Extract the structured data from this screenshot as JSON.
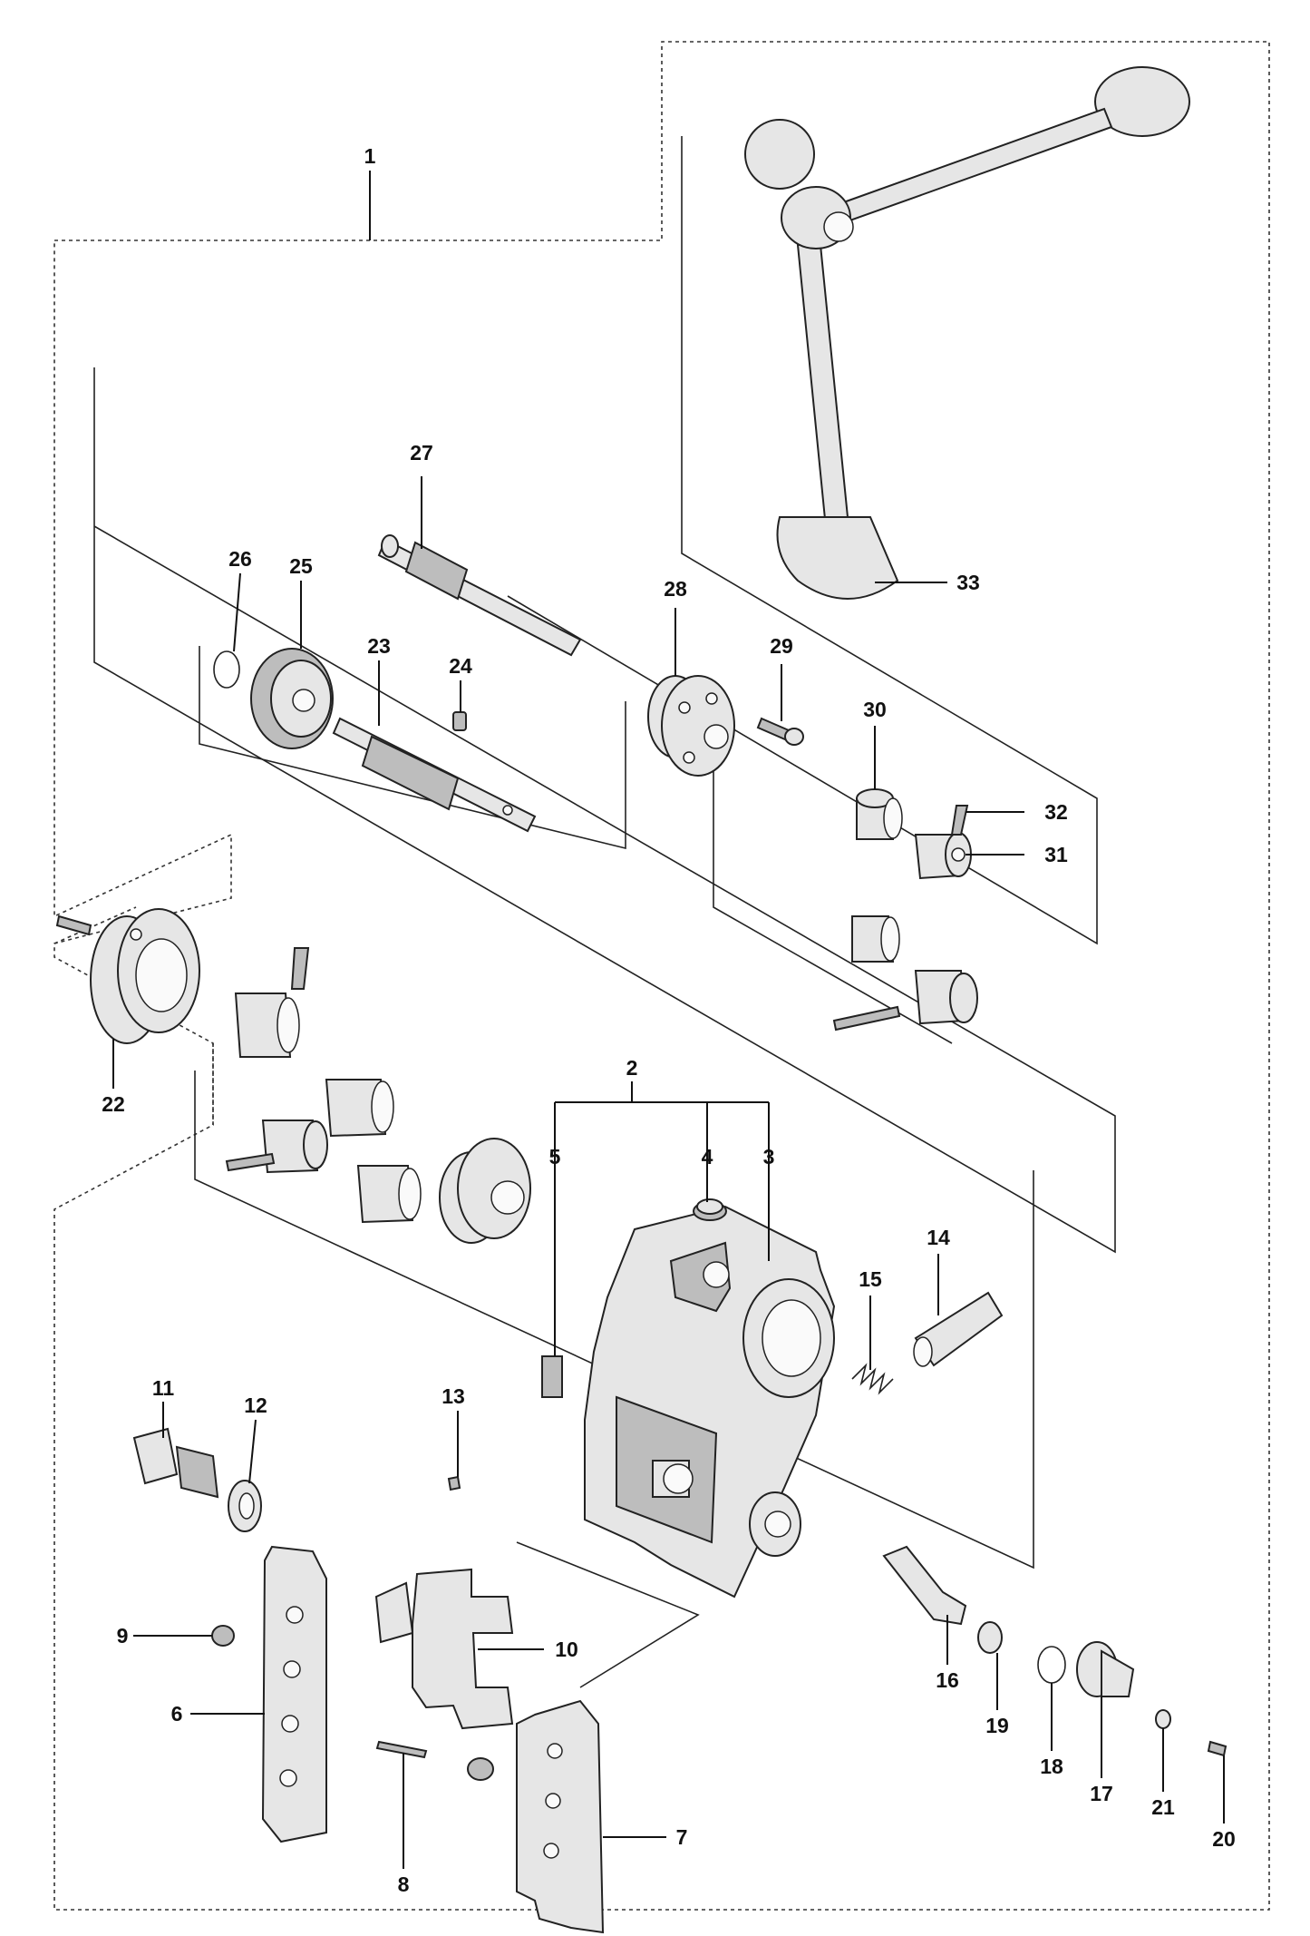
{
  "diagram": {
    "callouts": [
      {
        "id": "c1",
        "text": "1"
      },
      {
        "id": "c2",
        "text": "2"
      },
      {
        "id": "c3",
        "text": "3"
      },
      {
        "id": "c4",
        "text": "4"
      },
      {
        "id": "c5",
        "text": "5"
      },
      {
        "id": "c6",
        "text": "6"
      },
      {
        "id": "c7",
        "text": "7"
      },
      {
        "id": "c8",
        "text": "8"
      },
      {
        "id": "c9",
        "text": "9"
      },
      {
        "id": "c10",
        "text": "10"
      },
      {
        "id": "c11",
        "text": "11"
      },
      {
        "id": "c12",
        "text": "12"
      },
      {
        "id": "c13",
        "text": "13"
      },
      {
        "id": "c14",
        "text": "14"
      },
      {
        "id": "c15",
        "text": "15"
      },
      {
        "id": "c16",
        "text": "16"
      },
      {
        "id": "c17",
        "text": "17"
      },
      {
        "id": "c18",
        "text": "18"
      },
      {
        "id": "c19",
        "text": "19"
      },
      {
        "id": "c20",
        "text": "20"
      },
      {
        "id": "c21",
        "text": "21"
      },
      {
        "id": "c22",
        "text": "22"
      },
      {
        "id": "c23",
        "text": "23"
      },
      {
        "id": "c24",
        "text": "24"
      },
      {
        "id": "c25",
        "text": "25"
      },
      {
        "id": "c26",
        "text": "26"
      },
      {
        "id": "c27",
        "text": "27"
      },
      {
        "id": "c28",
        "text": "28"
      },
      {
        "id": "c29",
        "text": "29"
      },
      {
        "id": "c30",
        "text": "30"
      },
      {
        "id": "c31",
        "text": "31"
      },
      {
        "id": "c32",
        "text": "32"
      },
      {
        "id": "c33",
        "text": "33"
      }
    ]
  }
}
